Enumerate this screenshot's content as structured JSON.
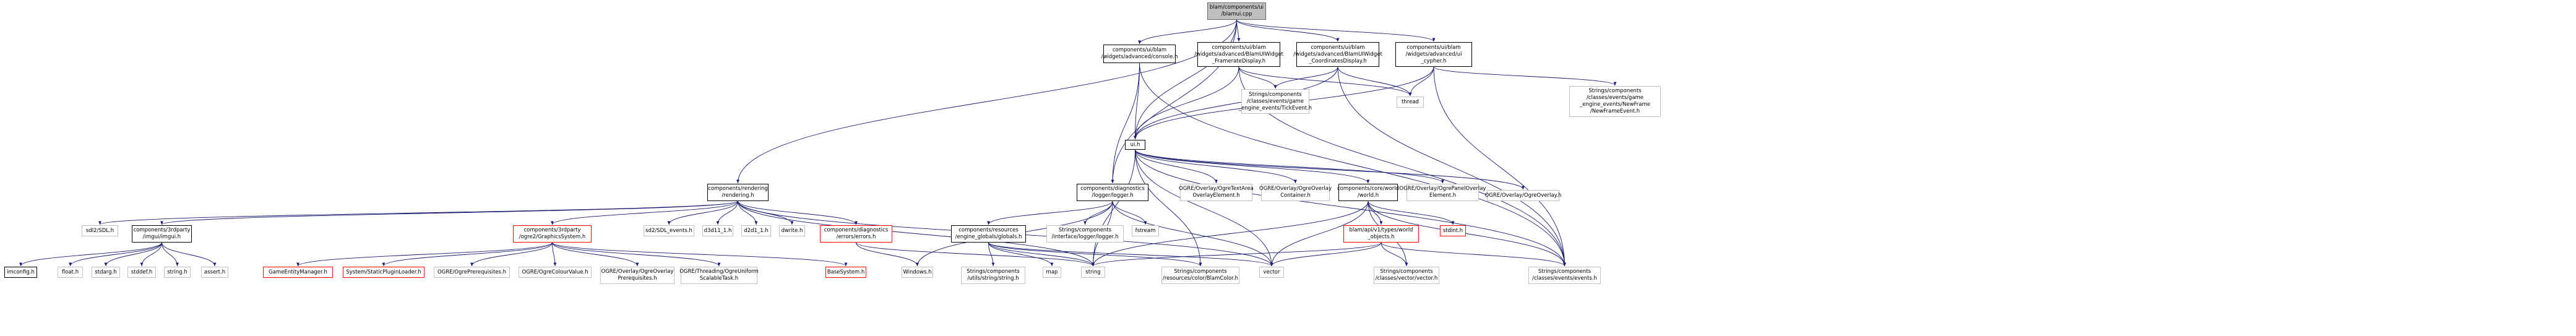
{
  "graph": {
    "nodes": [
      {
        "id": "blamui",
        "lines": [
          "blam/components/ui",
          "/blamui.cpp"
        ],
        "style": "root"
      },
      {
        "id": "console",
        "lines": [
          "components/ui/blam",
          "/widgets/advanced/console.h"
        ],
        "style": "doc"
      },
      {
        "id": "framerate",
        "lines": [
          "components/ui/blam",
          "/widgets/advanced/BlamUIWidget",
          "_FramerateDisplay.h"
        ],
        "style": "doc"
      },
      {
        "id": "coords",
        "lines": [
          "components/ui/blam",
          "/widgets/advanced/BlamUIWidget",
          "_CoordinatesDisplay.h"
        ],
        "style": "doc"
      },
      {
        "id": "uicypher",
        "lines": [
          "components/ui/blam",
          "/widgets/advanced/ui",
          "_cypher.h"
        ],
        "style": "doc"
      },
      {
        "id": "newframe",
        "lines": [
          "Strings/components",
          "/classes/events/game",
          "_engine_events/NewFrame",
          "/NewFrameEvent.h"
        ],
        "style": "plain"
      },
      {
        "id": "tickevent",
        "lines": [
          "Strings/components",
          "/classes/events/game",
          "_engine_events/TickEvent.h"
        ],
        "style": "plain"
      },
      {
        "id": "thread",
        "lines": [
          "thread"
        ],
        "style": "plain"
      },
      {
        "id": "uih",
        "lines": [
          "ui.h"
        ],
        "style": "doc"
      },
      {
        "id": "rendering",
        "lines": [
          "components/rendering",
          "/rendering.h"
        ],
        "style": "doc"
      },
      {
        "id": "logger",
        "lines": [
          "components/diagnostics",
          "/logger/logger.h"
        ],
        "style": "doc"
      },
      {
        "id": "textarea",
        "lines": [
          "OGRE/Overlay/OgreTextArea",
          "OverlayElement.h"
        ],
        "style": "plain"
      },
      {
        "id": "overlaycontainer",
        "lines": [
          "OGRE/Overlay/OgreOverlay",
          "Container.h"
        ],
        "style": "plain"
      },
      {
        "id": "world",
        "lines": [
          "components/core/world",
          "/world.h"
        ],
        "style": "doc"
      },
      {
        "id": "panel",
        "lines": [
          "OGRE/Overlay/OgrePanelOverlay",
          "Element.h"
        ],
        "style": "plain"
      },
      {
        "id": "ogreoverlay",
        "lines": [
          "OGRE/Overlay/OgreOverlay.h"
        ],
        "style": "plain"
      },
      {
        "id": "sdl2sdl",
        "lines": [
          "sdl2/SDL.h"
        ],
        "style": "plain"
      },
      {
        "id": "imgui",
        "lines": [
          "components/3rdparty",
          "/imgui/imgui.h"
        ],
        "style": "doc"
      },
      {
        "id": "ogre2",
        "lines": [
          "components/3rdparty",
          "/ogre2/GraphicsSystem.h"
        ],
        "style": "red"
      },
      {
        "id": "sdlevents",
        "lines": [
          "sd2/SDL_events.h"
        ],
        "style": "plain"
      },
      {
        "id": "d3d11",
        "lines": [
          "d3d11_1.h"
        ],
        "style": "plain"
      },
      {
        "id": "d2d1",
        "lines": [
          "d2d1_1.h"
        ],
        "style": "plain"
      },
      {
        "id": "dwrite",
        "lines": [
          "dwrite.h"
        ],
        "style": "plain"
      },
      {
        "id": "errors",
        "lines": [
          "components/diagnostics",
          "/errors/errors.h"
        ],
        "style": "red"
      },
      {
        "id": "globals",
        "lines": [
          "components/resources",
          "/engine_globals/globals.h"
        ],
        "style": "doc"
      },
      {
        "id": "ilogger",
        "lines": [
          "Strings/components",
          "/interface/logger/logger.h"
        ],
        "style": "plain"
      },
      {
        "id": "fstream",
        "lines": [
          "fstream"
        ],
        "style": "plain"
      },
      {
        "id": "stdinth",
        "lines": [
          "stdint.h"
        ],
        "style": "red"
      },
      {
        "id": "worldobjects",
        "lines": [
          "blam/api/v1/types/world",
          "_objects.h"
        ],
        "style": "red"
      },
      {
        "id": "imconfig",
        "lines": [
          "imconfig.h"
        ],
        "style": "doc"
      },
      {
        "id": "floath",
        "lines": [
          "float.h"
        ],
        "style": "plain"
      },
      {
        "id": "stdarg",
        "lines": [
          "stdarg.h"
        ],
        "style": "plain"
      },
      {
        "id": "stddef",
        "lines": [
          "stddef.h"
        ],
        "style": "plain"
      },
      {
        "id": "stringh",
        "lines": [
          "string.h"
        ],
        "style": "plain"
      },
      {
        "id": "asserth",
        "lines": [
          "assert.h"
        ],
        "style": "plain"
      },
      {
        "id": "gem",
        "lines": [
          "GameEntityManager.h"
        ],
        "style": "red"
      },
      {
        "id": "staticplugin",
        "lines": [
          "System/StaticPluginLoader.h"
        ],
        "style": "red"
      },
      {
        "id": "prereq",
        "lines": [
          "OGRE/OgrePrerequisites.h"
        ],
        "style": "plain"
      },
      {
        "id": "colourvalue",
        "lines": [
          "OGRE/OgreColourValue.h"
        ],
        "style": "plain"
      },
      {
        "id": "overlayprereq",
        "lines": [
          "OGRE/Overlay/OgreOverlay",
          "Prerequisites.h"
        ],
        "style": "plain"
      },
      {
        "id": "threading",
        "lines": [
          "OGRE/Threading/OgreUniform",
          "ScalableTask.h"
        ],
        "style": "plain"
      },
      {
        "id": "basesystem",
        "lines": [
          "BaseSystem.h"
        ],
        "style": "red"
      },
      {
        "id": "windows",
        "lines": [
          "Windows.h"
        ],
        "style": "plain"
      },
      {
        "id": "utilstring",
        "lines": [
          "Strings/components",
          "/utils/string/string.h"
        ],
        "style": "plain"
      },
      {
        "id": "map",
        "lines": [
          "map"
        ],
        "style": "plain"
      },
      {
        "id": "string",
        "lines": [
          "string"
        ],
        "style": "plain"
      },
      {
        "id": "blamcolor",
        "lines": [
          "Strings/components",
          "/resources/color/BlamColor.h"
        ],
        "style": "plain"
      },
      {
        "id": "vector",
        "lines": [
          "vector"
        ],
        "style": "plain"
      },
      {
        "id": "vectorh",
        "lines": [
          "Strings/components",
          "/classes/vector/vector.h"
        ],
        "style": "plain"
      },
      {
        "id": "events",
        "lines": [
          "Strings/components",
          "/classes/events/events.h"
        ],
        "style": "plain"
      }
    ],
    "colors": {
      "edge": "#191970",
      "doc_border": "#000000",
      "missing_border": "#ff0000",
      "plain_border": "#bfbfbf",
      "root_fill": "#bfbfbf"
    }
  }
}
